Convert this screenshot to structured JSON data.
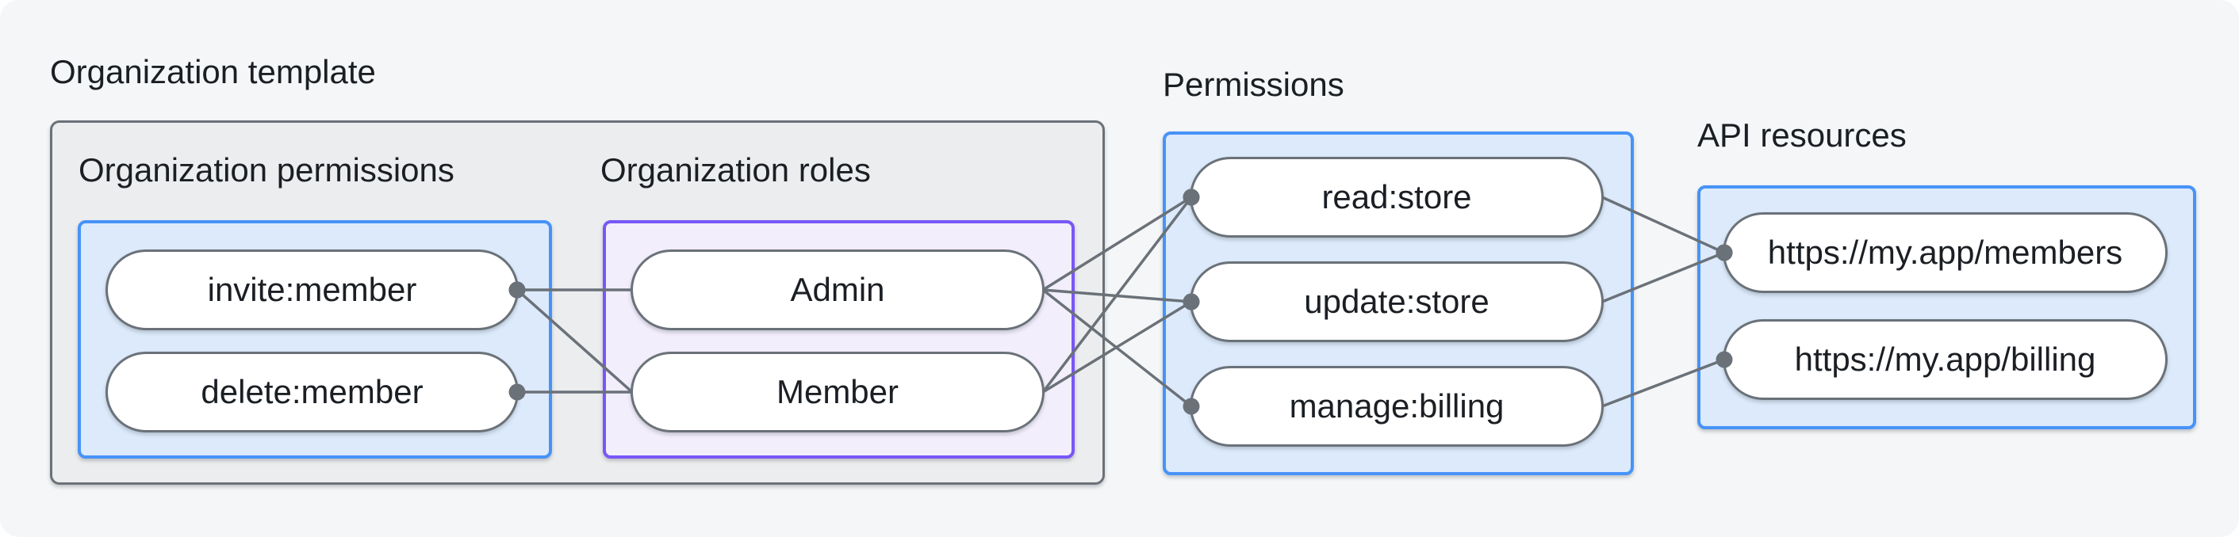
{
  "style": {
    "surface_background": "#F4F6F7",
    "outer_box_fill": "#ECEDEE",
    "outer_box_border": "#6A7178",
    "blue_box_fill": "#DCEAFB",
    "blue_box_border": "#4793F8",
    "purple_box_fill": "#F3EEFC",
    "purple_box_border": "#7857F7",
    "pill_fill": "#FFFFFF",
    "pill_border": "#6A7178",
    "connector_color": "#6A7178",
    "text_color": "#1B1F24"
  },
  "diagram": {
    "template": {
      "title": "Organization template",
      "groups": [
        {
          "title": "Organization permissions",
          "accent": "blue",
          "pills": [
            {
              "id": "invite_member",
              "label": "invite:member"
            },
            {
              "id": "delete_member",
              "label": "delete:member"
            }
          ]
        },
        {
          "title": "Organization roles",
          "accent": "purple",
          "pills": [
            {
              "id": "admin",
              "label": "Admin"
            },
            {
              "id": "member",
              "label": "Member"
            }
          ]
        }
      ]
    },
    "permissions": {
      "title": "Permissions",
      "accent": "blue",
      "pills": [
        {
          "id": "read_store",
          "label": "read:store"
        },
        {
          "id": "update_store",
          "label": "update:store"
        },
        {
          "id": "manage_billing",
          "label": "manage:billing"
        }
      ]
    },
    "api_resources": {
      "title": "API resources",
      "accent": "blue",
      "pills": [
        {
          "id": "members_api",
          "label": "https://my.app/members"
        },
        {
          "id": "billing_api",
          "label": "https://my.app/billing"
        }
      ]
    },
    "connections": [
      {
        "from": "invite_member",
        "to": "admin",
        "dot": "from"
      },
      {
        "from": "invite_member",
        "to": "member",
        "dot": "from"
      },
      {
        "from": "delete_member",
        "to": "member",
        "dot": "from"
      },
      {
        "from": "admin",
        "to": "read_store",
        "dot": "to"
      },
      {
        "from": "admin",
        "to": "update_store",
        "dot": "to"
      },
      {
        "from": "admin",
        "to": "manage_billing",
        "dot": "to"
      },
      {
        "from": "member",
        "to": "read_store",
        "dot": "to"
      },
      {
        "from": "member",
        "to": "update_store",
        "dot": "to"
      },
      {
        "from": "read_store",
        "to": "members_api",
        "dot": "to"
      },
      {
        "from": "update_store",
        "to": "members_api",
        "dot": "to"
      },
      {
        "from": "manage_billing",
        "to": "billing_api",
        "dot": "to"
      }
    ]
  }
}
